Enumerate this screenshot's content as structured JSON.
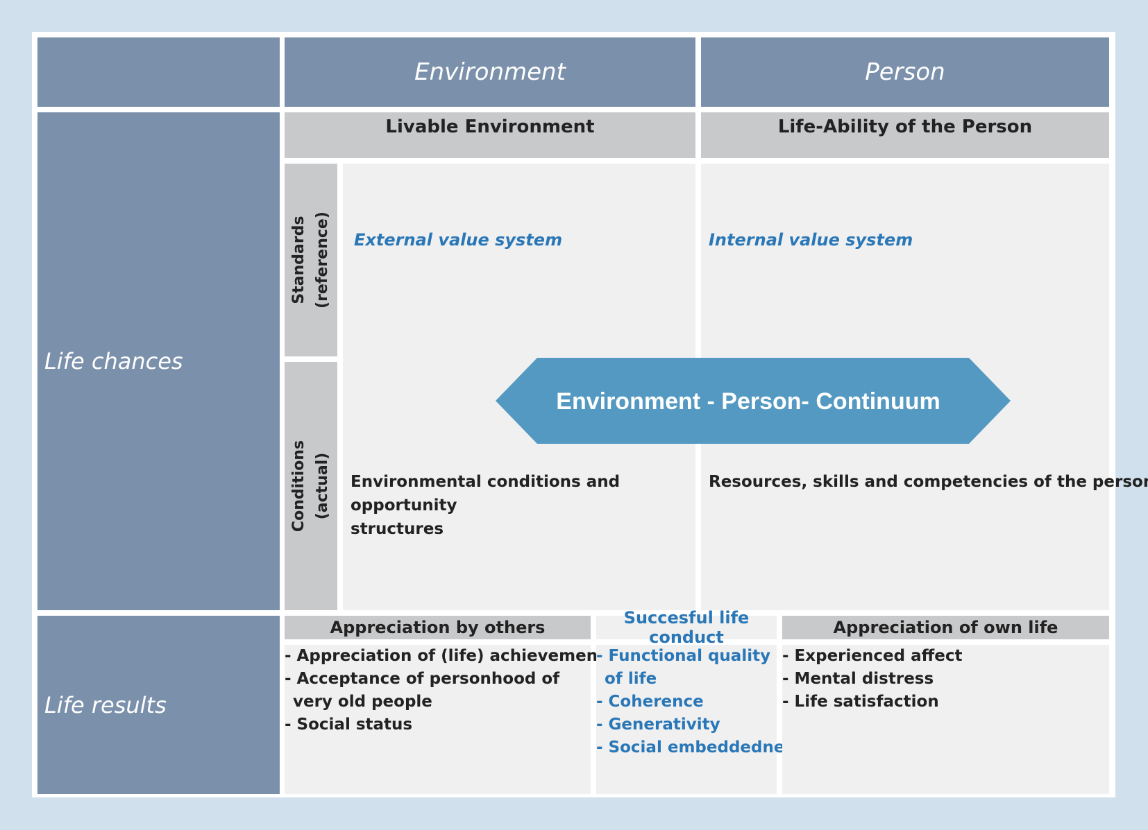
{
  "header": {
    "environment": "Environment",
    "person": "Person"
  },
  "rows": {
    "life_chances": "Life chances",
    "life_results": "Life results"
  },
  "subheaders": {
    "livable_environment": "Livable Environment",
    "life_ability": "Life-Ability of the Person"
  },
  "vertical_labels": {
    "standards": [
      "Standards",
      "(reference)"
    ],
    "conditions": [
      "Conditions",
      "(actual)"
    ]
  },
  "standards": {
    "external": "External value system",
    "internal": "Internal value system"
  },
  "conditions": {
    "environment": [
      "Environmental conditions and opportunity",
      "structures"
    ],
    "person": "Resources, skills and competencies of the person"
  },
  "continuum": {
    "label": "Environment - Person- Continuum"
  },
  "results": {
    "others": {
      "title": "Appreciation by others",
      "items": [
        "- Appreciation of (life) achievement",
        "- Acceptance of personhood of",
        "  very old people",
        "- Social status"
      ]
    },
    "conduct": {
      "title": "Succesful life conduct",
      "items": [
        "- Functional quality",
        "  of life",
        "- Coherence",
        "- Generativity",
        "- Social embeddedness"
      ]
    },
    "own": {
      "title": "Appreciation of own life",
      "items": [
        "- Experienced affect",
        "- Mental distress",
        "- Life satisfaction"
      ]
    }
  },
  "colors": {
    "background": "#d0e1ed",
    "header_blue": "#7b90ab",
    "grey": "#c8c9cb",
    "light": "#f0f0f0",
    "accent": "#2a77b7",
    "arrow": "#5499c2"
  }
}
